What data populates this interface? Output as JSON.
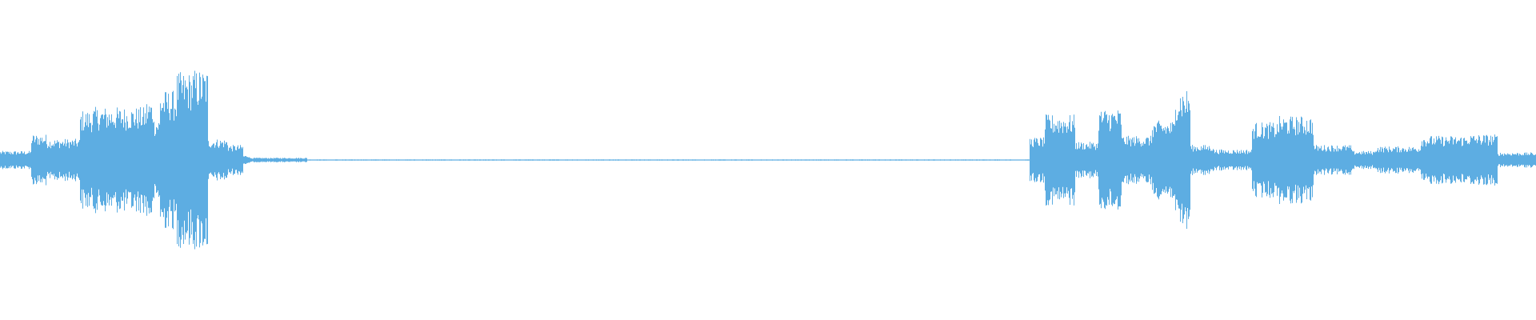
{
  "waveform": {
    "color": "#5dade2",
    "background": "#ffffff",
    "orientation": "horizontal",
    "symmetric": true,
    "segments": [
      {
        "start": 0.0,
        "end": 0.02,
        "level": 0.06
      },
      {
        "start": 0.02,
        "end": 0.03,
        "level": 0.17
      },
      {
        "start": 0.03,
        "end": 0.052,
        "level": 0.14
      },
      {
        "start": 0.052,
        "end": 0.06,
        "level": 0.33
      },
      {
        "start": 0.06,
        "end": 0.095,
        "level": 0.35
      },
      {
        "start": 0.095,
        "end": 0.1,
        "level": 0.4
      },
      {
        "start": 0.1,
        "end": 0.104,
        "level": 0.28
      },
      {
        "start": 0.104,
        "end": 0.115,
        "level": 0.46
      },
      {
        "start": 0.115,
        "end": 0.125,
        "level": 0.58
      },
      {
        "start": 0.125,
        "end": 0.135,
        "level": 0.6
      },
      {
        "start": 0.135,
        "end": 0.148,
        "level": 0.14
      },
      {
        "start": 0.148,
        "end": 0.158,
        "level": 0.1
      },
      {
        "start": 0.158,
        "end": 0.162,
        "level": 0.03
      },
      {
        "start": 0.162,
        "end": 0.2,
        "level": 0.015
      },
      {
        "start": 0.2,
        "end": 0.67,
        "level": 0.004
      },
      {
        "start": 0.67,
        "end": 0.68,
        "level": 0.15
      },
      {
        "start": 0.68,
        "end": 0.7,
        "level": 0.3
      },
      {
        "start": 0.7,
        "end": 0.715,
        "level": 0.12
      },
      {
        "start": 0.715,
        "end": 0.73,
        "level": 0.34
      },
      {
        "start": 0.73,
        "end": 0.75,
        "level": 0.16
      },
      {
        "start": 0.75,
        "end": 0.765,
        "level": 0.26
      },
      {
        "start": 0.765,
        "end": 0.775,
        "level": 0.47
      },
      {
        "start": 0.775,
        "end": 0.79,
        "level": 0.1
      },
      {
        "start": 0.79,
        "end": 0.815,
        "level": 0.07
      },
      {
        "start": 0.815,
        "end": 0.832,
        "level": 0.25
      },
      {
        "start": 0.832,
        "end": 0.855,
        "level": 0.29
      },
      {
        "start": 0.855,
        "end": 0.88,
        "level": 0.1
      },
      {
        "start": 0.88,
        "end": 0.895,
        "level": 0.06
      },
      {
        "start": 0.895,
        "end": 0.925,
        "level": 0.09
      },
      {
        "start": 0.925,
        "end": 0.955,
        "level": 0.16
      },
      {
        "start": 0.955,
        "end": 0.975,
        "level": 0.17
      },
      {
        "start": 0.975,
        "end": 1.0,
        "level": 0.05
      }
    ]
  }
}
